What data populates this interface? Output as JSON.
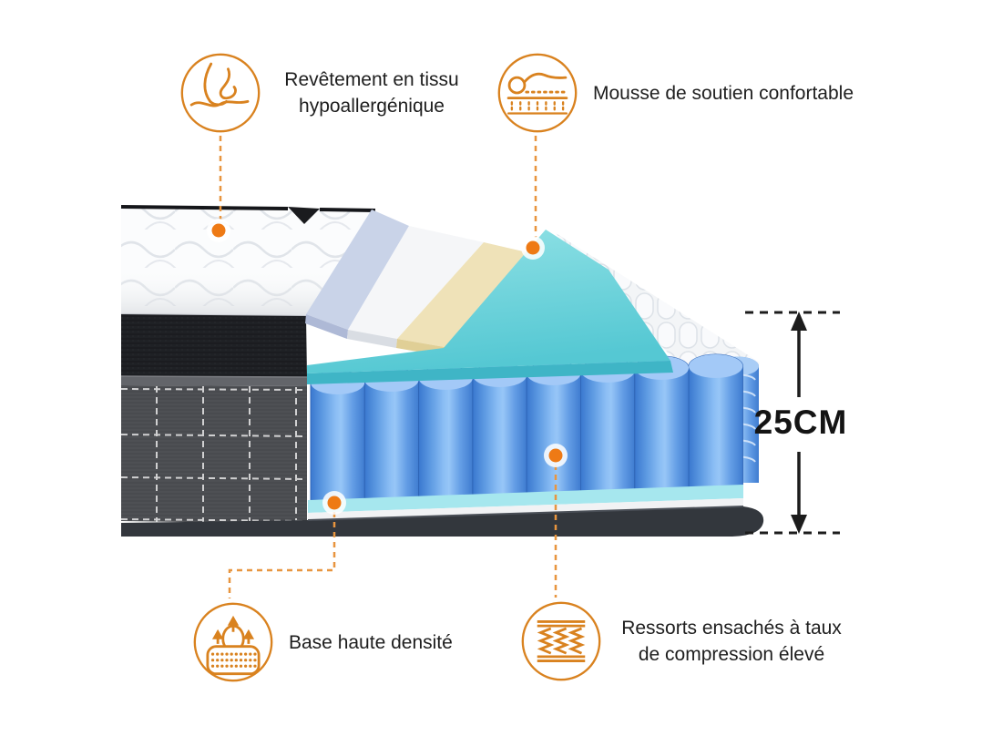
{
  "meta": {
    "description": "Coupe transversale d'un matelas avec légendes des couches"
  },
  "colors": {
    "accent_orange": "#D9821F",
    "connector_orange": "#E8953F",
    "marker_orange": "#EE7A15",
    "label_text": "#1E1E1E",
    "dimension_text": "#141414",
    "quilted_cover": "#FBFCFD",
    "top_foam_lavender": "#C9D3E8",
    "transition_foam_white": "#F5F6F8",
    "comfort_foam_cream": "#EFE2B8",
    "support_layer_teal": "#57C9D4",
    "pocket_spring_blue": "#5D9AE2",
    "base_pad_teal": "#A6E7EE",
    "base_dark": "#33373D",
    "side_band_charcoal": "#1F2125",
    "side_fabric_gray": "#4E5054"
  },
  "callouts": [
    {
      "icon": "hand-fabric-icon",
      "lines": [
        "Revêtement en tissu",
        "hypoallergénique"
      ]
    },
    {
      "icon": "sleeper-on-mattress-icon",
      "lines": [
        "Mousse de soutien confortable"
      ]
    },
    {
      "icon": "high-density-base-icon",
      "lines": [
        "Base haute densité"
      ]
    },
    {
      "icon": "pocket-springs-icon",
      "lines": [
        "Ressorts ensachés à taux",
        "de compression élevé"
      ]
    }
  ],
  "dimension": {
    "label": "25CM"
  }
}
